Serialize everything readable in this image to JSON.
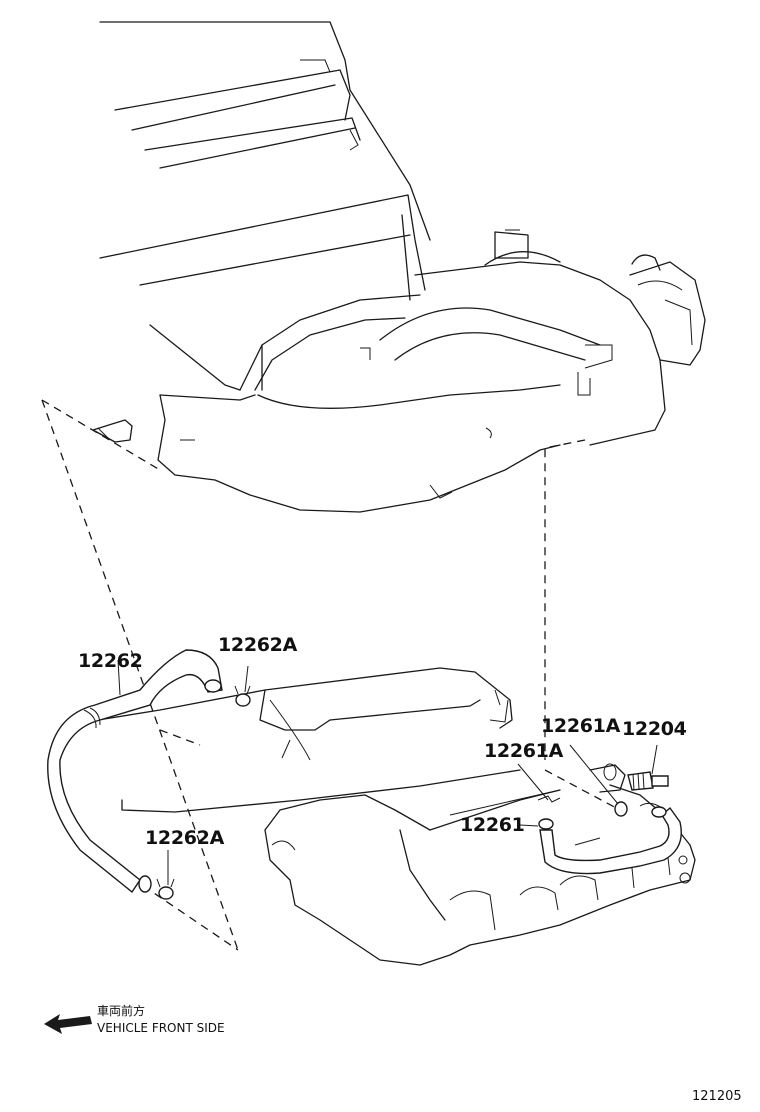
{
  "parts": {
    "hose_12262": "12262",
    "clamp_12262A_top": "12262A",
    "clamp_12262A_bottom": "12262A",
    "hose_12261": "12261",
    "clamp_12261A_left": "12261A",
    "clamp_12261A_right": "12261A",
    "pcv_valve_12204": "12204"
  },
  "direction_note": {
    "japanese": "車両前方",
    "english": "VEHICLE FRONT SIDE"
  },
  "illustration_code": "121205"
}
